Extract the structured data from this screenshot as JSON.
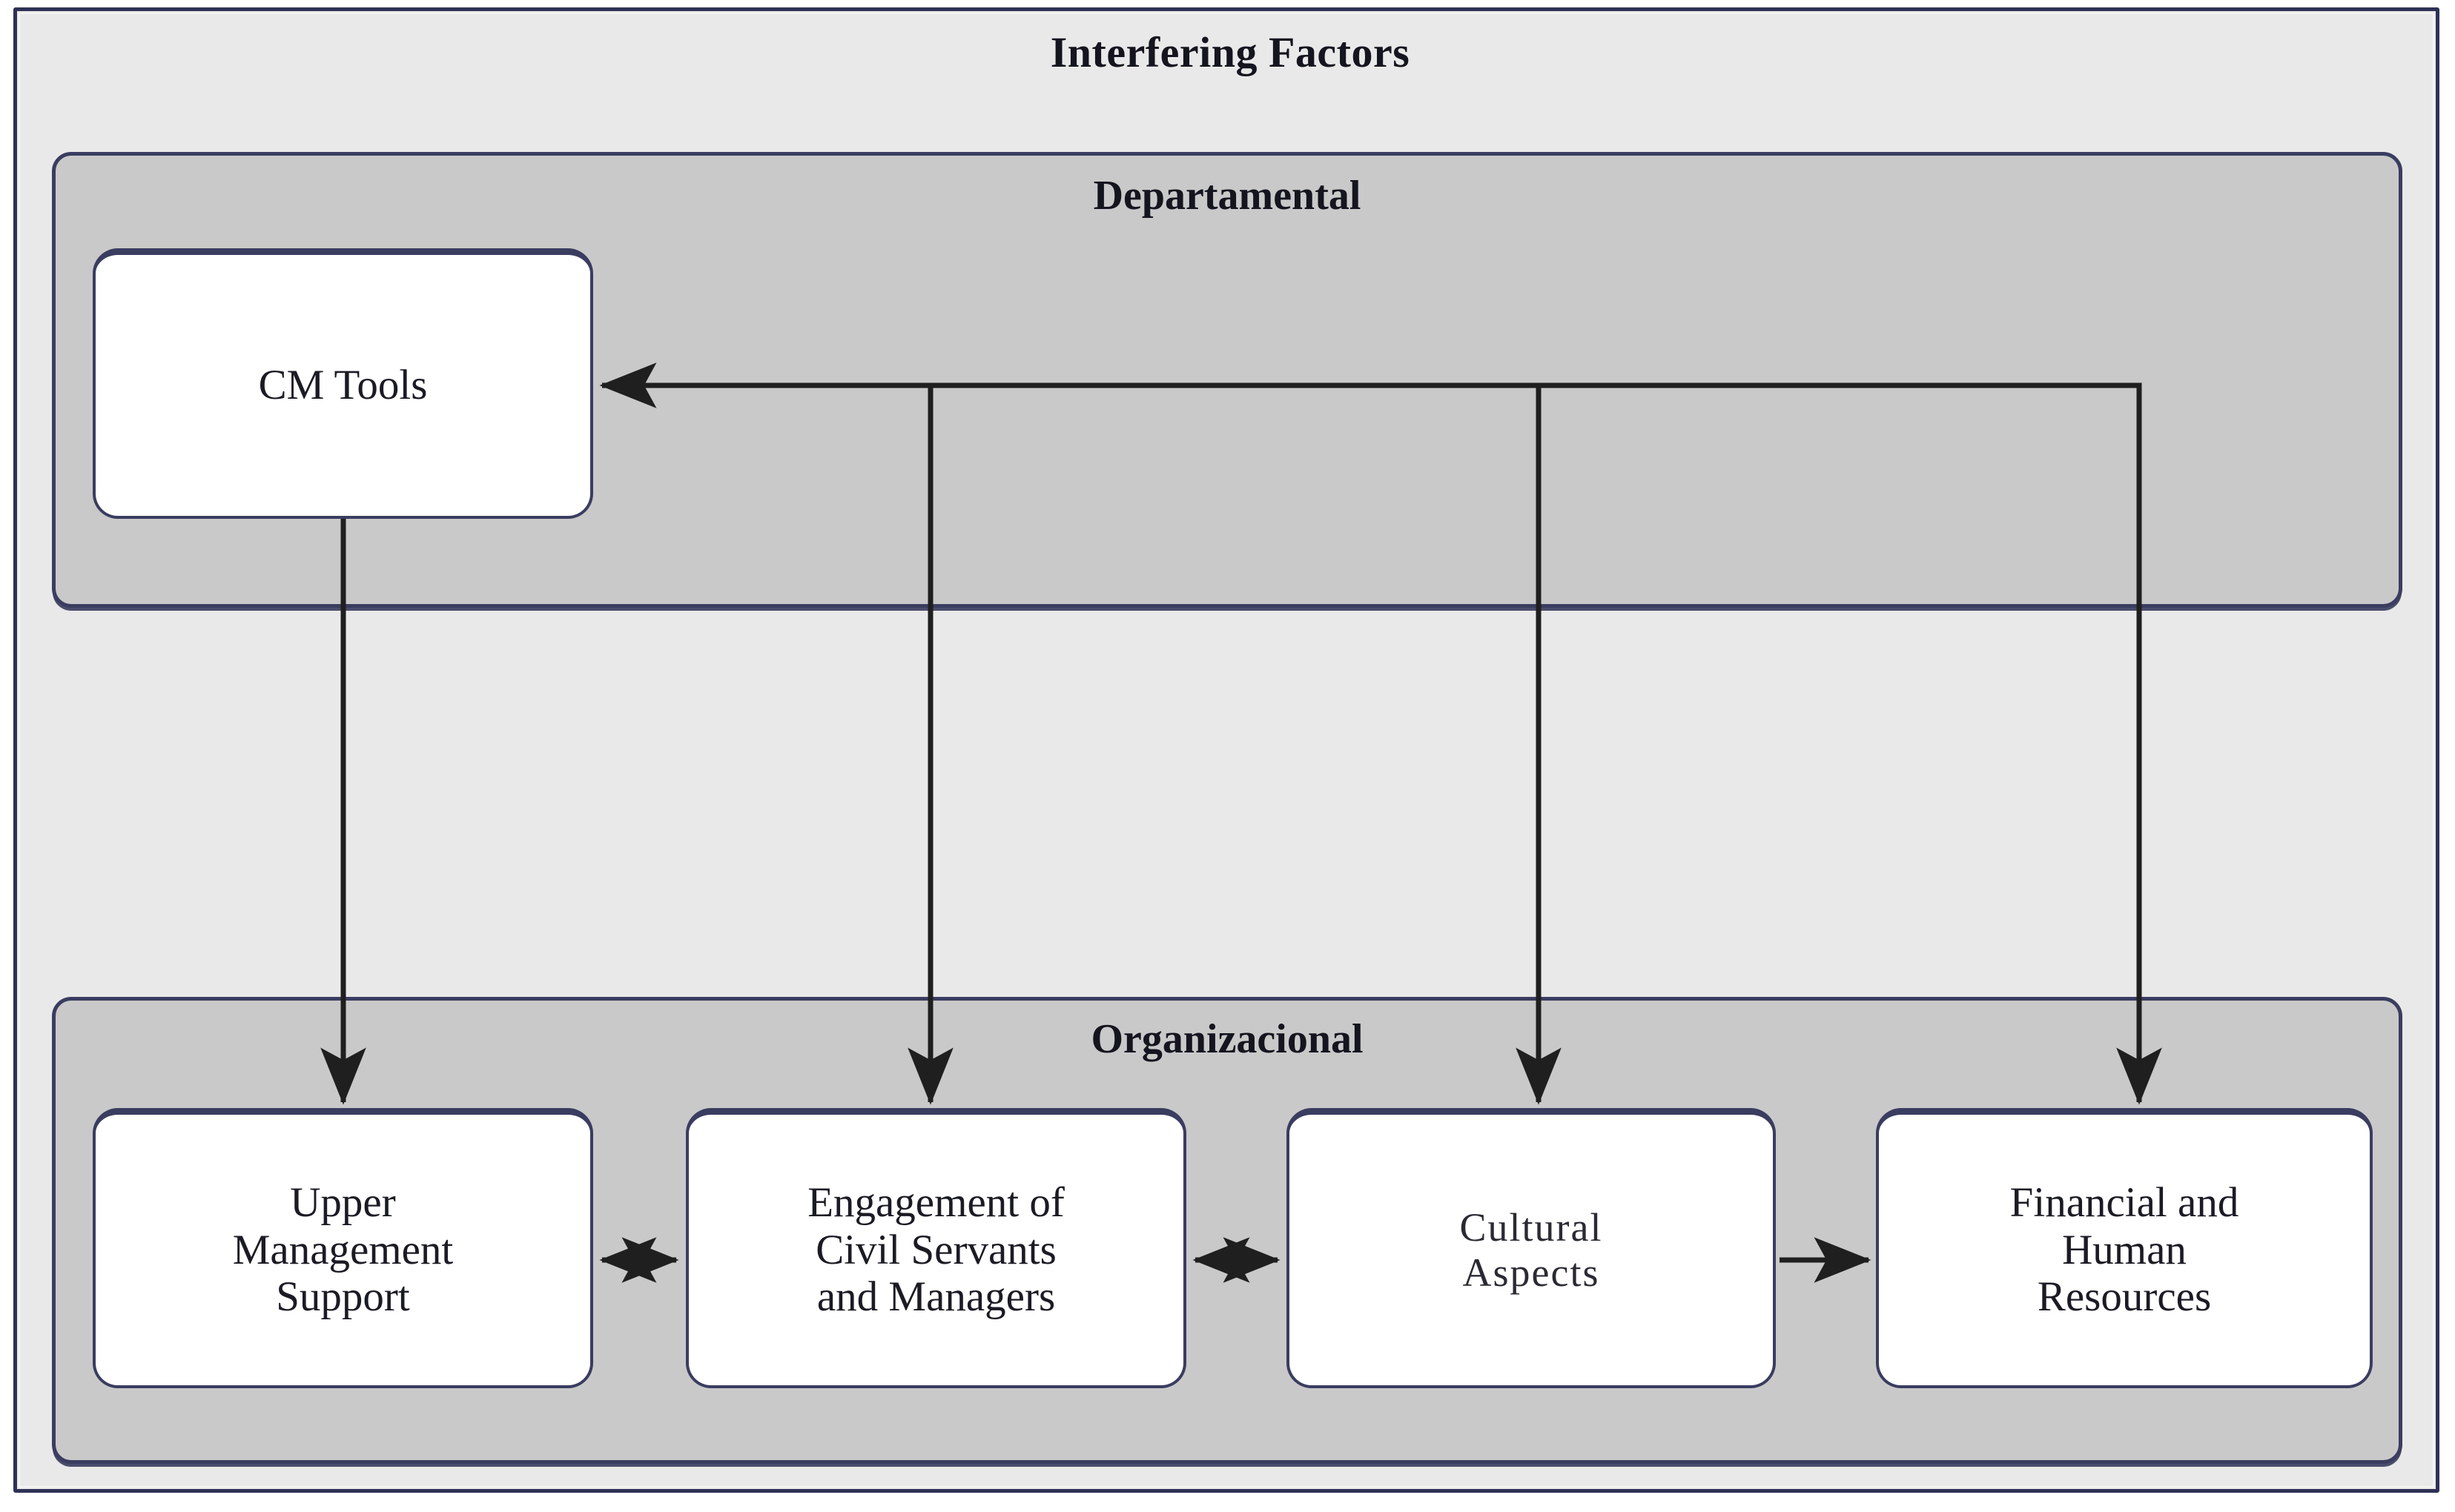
{
  "diagram": {
    "outer_group": {
      "title": "Interfering Factors"
    },
    "groups": [
      {
        "id": "departamental",
        "title": "Departamental"
      },
      {
        "id": "organizacional",
        "title": "Organizacional"
      }
    ],
    "nodes": [
      {
        "id": "cm-tools",
        "group": "departamental",
        "lines": [
          "CM Tools"
        ]
      },
      {
        "id": "upper-management",
        "group": "organizacional",
        "lines": [
          "Upper",
          "Management",
          "Support"
        ]
      },
      {
        "id": "engagement",
        "group": "organizacional",
        "lines": [
          "Engagement of",
          "Civil Servants",
          "and Managers"
        ]
      },
      {
        "id": "cultural",
        "group": "organizacional",
        "lines": [
          "Cultural",
          "Aspects"
        ]
      },
      {
        "id": "financial",
        "group": "organizacional",
        "lines": [
          "Financial and",
          "Human",
          "Resources"
        ]
      }
    ],
    "edges": [
      {
        "from": "cm-tools",
        "to": "upper-management",
        "direction": "down",
        "arrow": "single"
      },
      {
        "from": "engagement",
        "to": "cm-tools",
        "direction": "up-left",
        "arrow": "single"
      },
      {
        "from": "cultural",
        "to": "cm-tools",
        "direction": "up-left",
        "arrow": "single"
      },
      {
        "from": "financial",
        "to": "cm-tools",
        "direction": "up-left",
        "arrow": "single"
      },
      {
        "from": "upper-management",
        "to": "engagement",
        "direction": "horizontal",
        "arrow": "double"
      },
      {
        "from": "engagement",
        "to": "cultural",
        "direction": "horizontal",
        "arrow": "double"
      },
      {
        "from": "cultural",
        "to": "financial",
        "direction": "horizontal",
        "arrow": "single"
      }
    ],
    "colors": {
      "page_background": "#ffffff",
      "outer_panel_fill": "#e9e9e9",
      "group_panel_fill": "#c9c9c9",
      "node_fill": "#ffffff",
      "border": "#3a3d60",
      "connector": "#1f1f1f",
      "text": "#15151f"
    },
    "labels": {
      "cm_tools": "CM Tools",
      "upper_management_l1": "Upper",
      "upper_management_l2": "Management",
      "upper_management_l3": "Support",
      "engagement_l1": "Engagement of",
      "engagement_l2": "Civil Servants",
      "engagement_l3": "and Managers",
      "cultural_l1": "Cultural",
      "cultural_l2": "Aspects",
      "financial_l1": "Financial and",
      "financial_l2": "Human",
      "financial_l3": "Resources"
    }
  }
}
